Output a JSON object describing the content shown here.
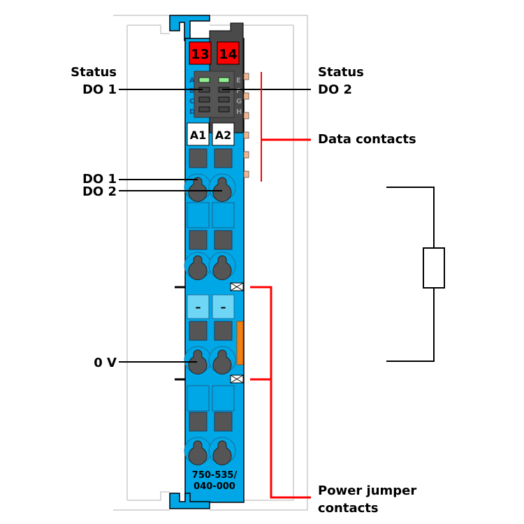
{
  "labels": {
    "status_do1_line1": "Status",
    "status_do1_line2": "DO 1",
    "status_do2_line1": "Status",
    "status_do2_line2": "DO 2",
    "data_contacts": "Data contacts",
    "do1": "DO 1",
    "do2": "DO 2",
    "zero_v": "0 V",
    "power_jumper_line1": "Power jumper",
    "power_jumper_line2": "contacts"
  },
  "module": {
    "terminal_13": "13",
    "terminal_14": "14",
    "led_letters_left": [
      "A",
      "B",
      "C",
      "D"
    ],
    "led_letters_right": [
      "E",
      "F",
      "G",
      "H"
    ],
    "marker_a1": "A1",
    "marker_a2": "A2",
    "minus_1": "–",
    "minus_2": "–",
    "part_number_line1": "750-535/",
    "part_number_line2": "040-000"
  },
  "colors": {
    "module_blue": "#00a7e6",
    "terminal_red": "#ff0000",
    "led_green": "#90f090",
    "dark_gray": "#555555",
    "contact_orange": "#f7b58c",
    "pointer_red": "#ff0000"
  }
}
